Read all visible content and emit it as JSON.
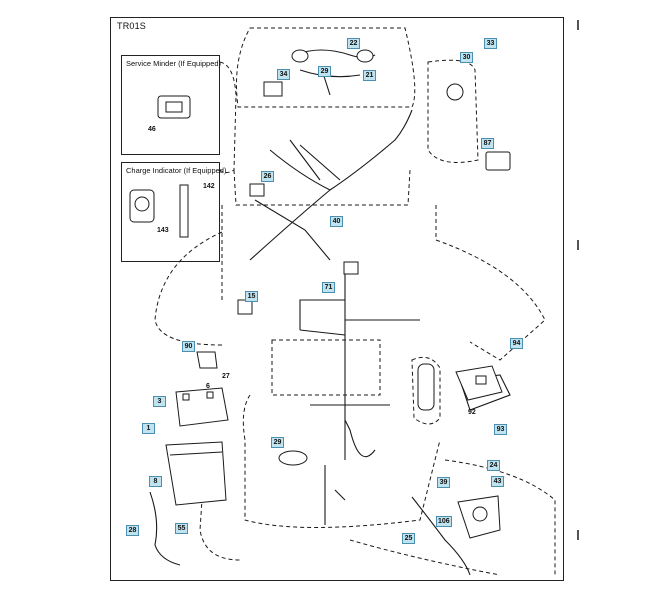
{
  "page_code": "TR01S",
  "insets": {
    "service_minder": {
      "title": "Service Minder (If Equipped)",
      "part": "46"
    },
    "charge_indicator": {
      "title": "Charge Indicator (If Equipped)",
      "parts": [
        "142",
        "143"
      ]
    }
  },
  "callouts": {
    "c22": "22",
    "c21": "21",
    "c29a": "29",
    "c34": "34",
    "c30": "30",
    "c33": "33",
    "c87": "87",
    "c26": "26",
    "c40": "40",
    "c15": "15",
    "c71": "71",
    "c90": "90",
    "c3": "3",
    "c1": "1",
    "c29b": "29",
    "c8": "8",
    "c28": "28",
    "c55": "55",
    "c94": "94",
    "c93": "93",
    "c24": "24",
    "c43": "43",
    "c39": "39",
    "c25": "25",
    "c106": "106"
  },
  "plain_labels": {
    "p27": "27",
    "p6": "6",
    "p92": "92"
  },
  "colors": {
    "line": "#1a1a1a",
    "callout_fill": "#bfe3ef",
    "callout_border": "#4a8fb0"
  }
}
